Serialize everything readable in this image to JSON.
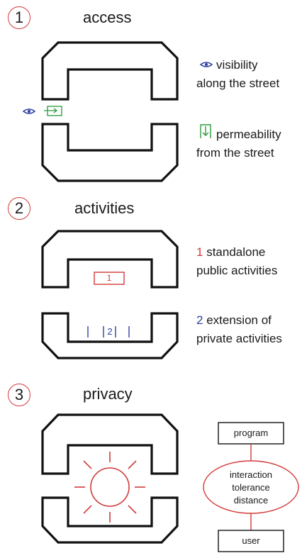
{
  "sections": [
    {
      "number": "1",
      "title": "access",
      "legend": [
        {
          "line1": "visibility",
          "line2": "along the street",
          "icon": "eye-icon",
          "color": "#2e3fa0"
        },
        {
          "line1": "permeability",
          "line2": "from the street",
          "icon": "entry-icon",
          "color": "#2a9a3a"
        }
      ]
    },
    {
      "number": "2",
      "title": "activities",
      "inner_label_1": "1",
      "inner_label_2": "2",
      "legend": [
        {
          "prefix": "1",
          "line1": "standalone",
          "line2": "public activities",
          "color": "#d23a3a"
        },
        {
          "prefix": "2",
          "line1": "extension of",
          "line2": "private activities",
          "color": "#2e3fa0"
        }
      ]
    },
    {
      "number": "3",
      "title": "privacy",
      "flow": {
        "top_box": "program",
        "ellipse": [
          "interaction",
          "tolerance",
          "distance"
        ],
        "bottom_box": "user"
      }
    }
  ],
  "colors": {
    "accent_red": "#d23a3a",
    "accent_blue": "#2e3fa0",
    "accent_green": "#2a9a3a",
    "stroke": "#111111"
  }
}
